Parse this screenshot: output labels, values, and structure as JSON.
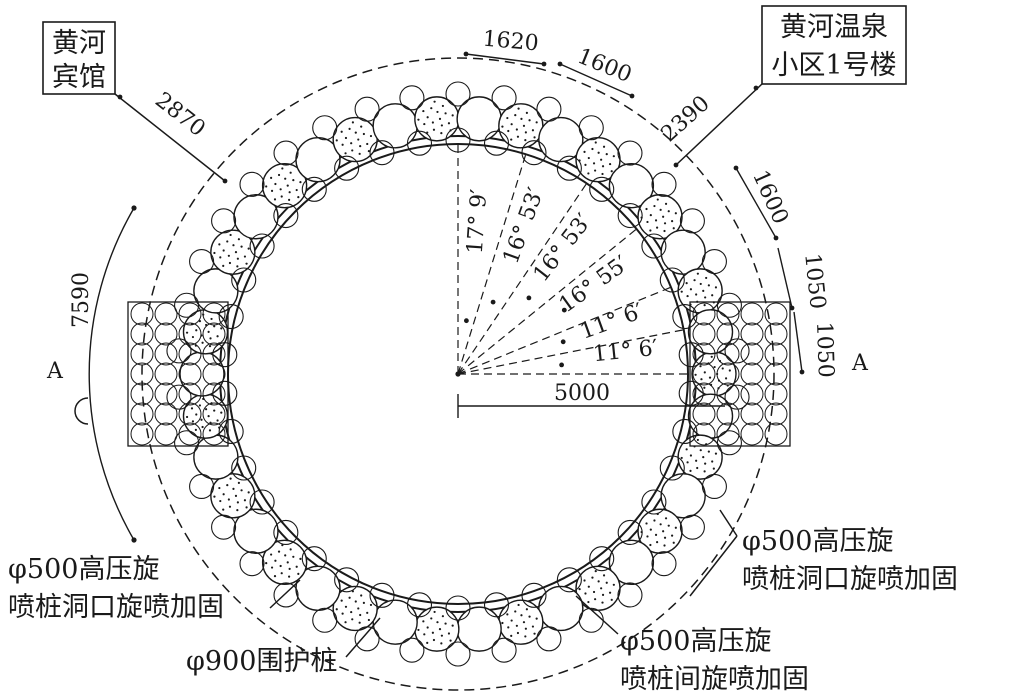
{
  "labels": {
    "hotel": [
      "黄河",
      "宾馆"
    ],
    "building": [
      "黄河温泉",
      "小区1号楼"
    ],
    "left_jet": [
      "φ500高压旋",
      "喷桩洞口旋喷加固"
    ],
    "right_jet": [
      "φ500高压旋",
      "喷桩洞口旋喷加固"
    ],
    "between_jet": [
      "φ500高压旋",
      "喷桩间旋喷加固"
    ],
    "guard_pile": "φ900围护桩",
    "section_left": "A",
    "section_right": "A"
  },
  "dimensions": {
    "d1620": "1620",
    "d1600_top": "1600",
    "d2870": "2870",
    "d2390": "2390",
    "d1600_right": "1600",
    "d1050_upper": "1050",
    "d1050_lower": "1050",
    "d7590": "7590",
    "d5000": "5000"
  },
  "angles": {
    "a1": "17° 9′",
    "a2": "16° 53′",
    "a3": "16° 53′",
    "a4": "16° 55′",
    "a5": "11° 6′",
    "a6": "11° 6′"
  },
  "colors": {
    "line": "#1a1a1a",
    "background": "#ffffff"
  }
}
